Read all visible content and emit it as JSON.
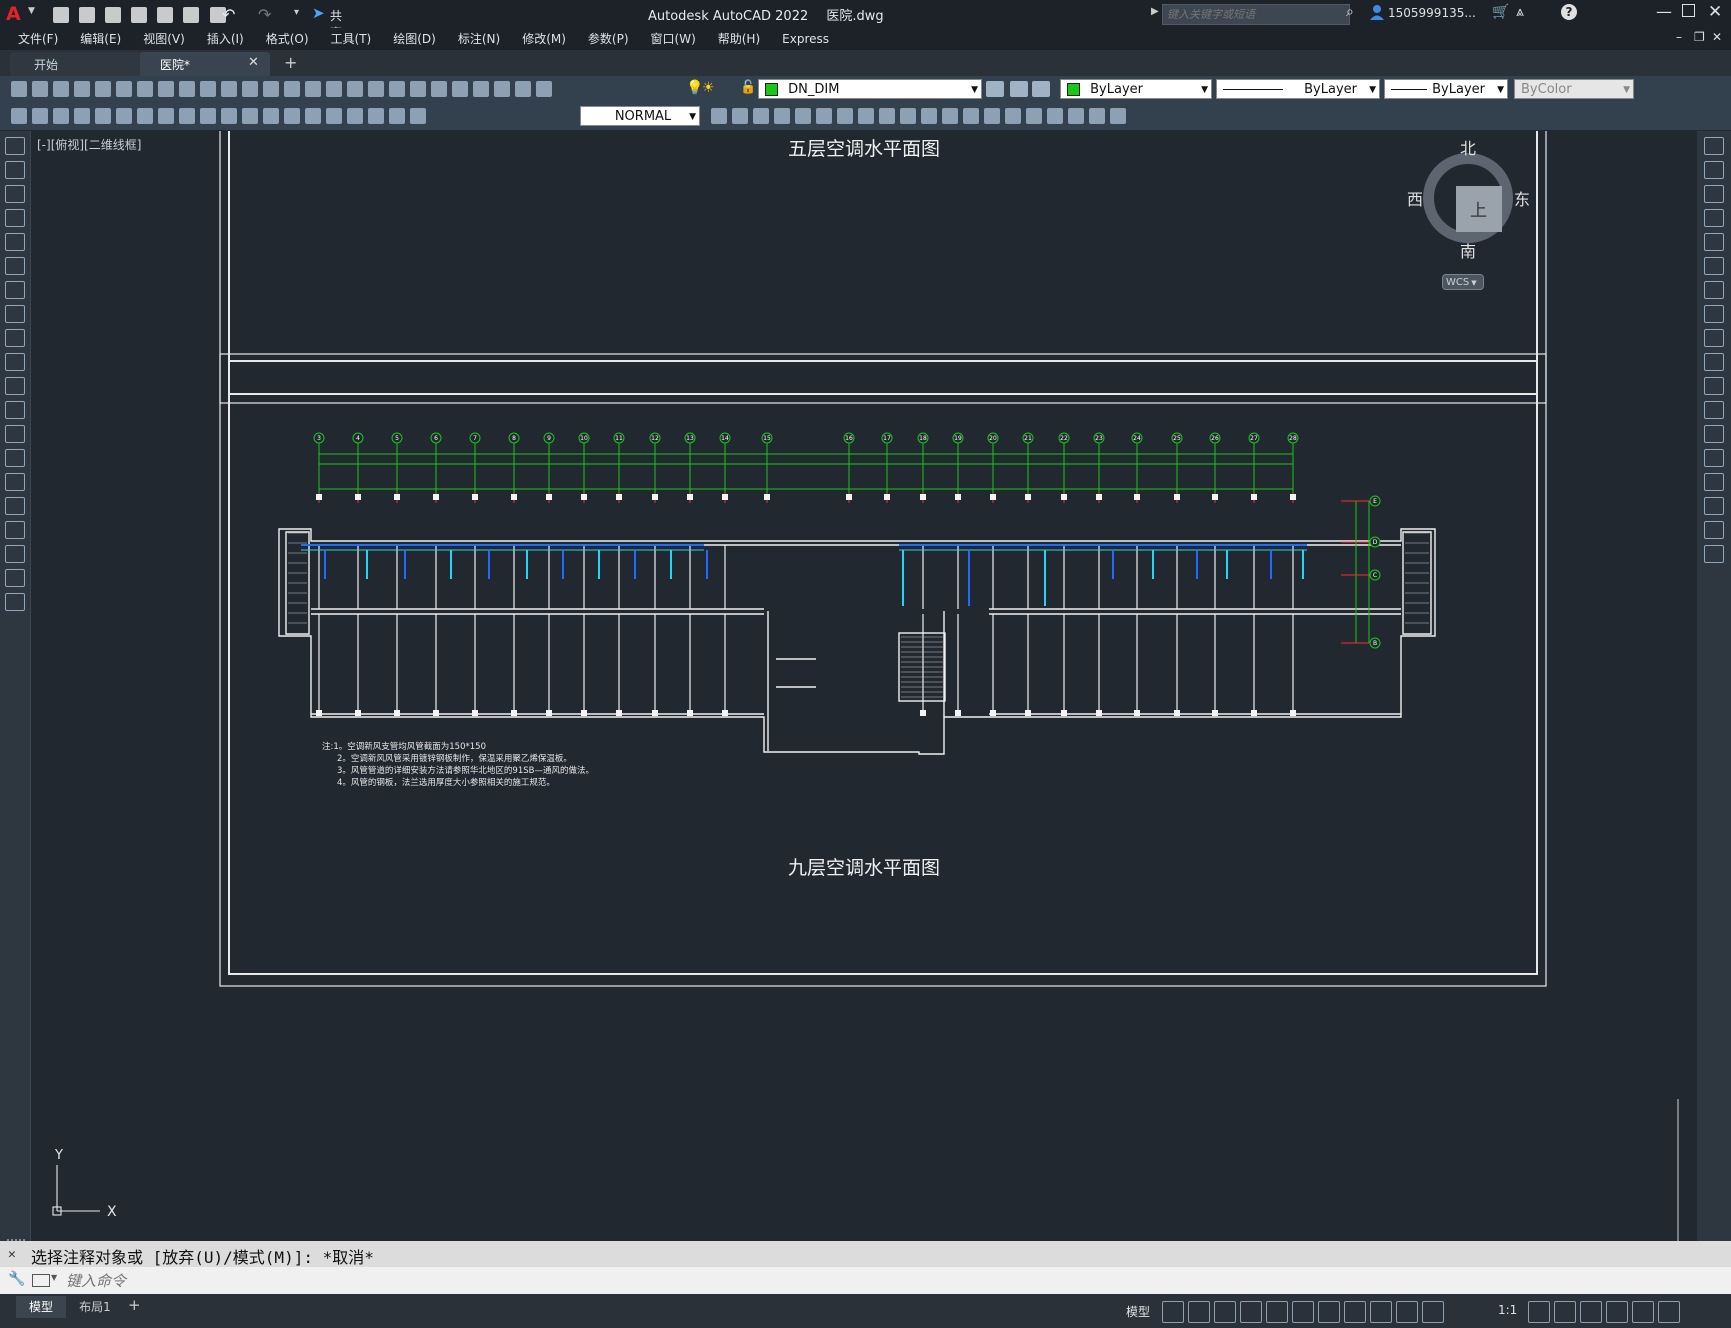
{
  "titlebar": {
    "app_title": "Autodesk AutoCAD 2022",
    "file_name": "医院.dwg",
    "share_label": "共享",
    "search_placeholder": "键入关键字或短语",
    "user_name": "1505999135...",
    "icons": [
      "autocad-logo-icon",
      "new-icon",
      "open-icon",
      "save-icon",
      "saveas-icon",
      "plot-icon",
      "undo-icon",
      "redo-icon",
      "share-icon",
      "search-icon",
      "user-icon",
      "cart-icon",
      "help-icon"
    ]
  },
  "menubar": {
    "items": [
      "文件(F)",
      "编辑(E)",
      "视图(V)",
      "插入(I)",
      "格式(O)",
      "工具(T)",
      "绘图(D)",
      "标注(N)",
      "修改(M)",
      "参数(P)",
      "窗口(W)",
      "帮助(H)",
      "Express"
    ]
  },
  "tabs": [
    {
      "label": "开始",
      "active": false
    },
    {
      "label": "医院*",
      "active": true
    }
  ],
  "toolbar": {
    "layer_name": "DN_DIM",
    "color": "ByLayer",
    "linetype": "ByLayer",
    "lineweight": "ByLayer",
    "plotstyle": "ByColor",
    "dimstyle": "NORMAL",
    "layer_color": "#19c719"
  },
  "viewport": {
    "label": "[-][俯视][二维线框]",
    "compass": {
      "north": "北",
      "south": "南",
      "east": "东",
      "west": "西",
      "top": "上",
      "wcs": "WCS"
    },
    "ucs": {
      "x": "X",
      "y": "Y"
    }
  },
  "drawing": {
    "top_title": "五层空调水平面图",
    "bottom_title": "九层空调水平面图",
    "axis_labels_top": [
      "3",
      "4",
      "5",
      "6",
      "7",
      "8",
      "9",
      "10",
      "11",
      "12",
      "13",
      "14",
      "15",
      "16",
      "17",
      "18",
      "19",
      "20",
      "21",
      "22",
      "23",
      "24",
      "25",
      "26",
      "27",
      "28"
    ],
    "axis_labels_right": [
      "E",
      "D",
      "C",
      "B"
    ],
    "notes": [
      "注:1。空调新风支管均风管截面为150*150",
      "2。空调新风风管采用镀锌钢板制作，保温采用聚乙烯保温板。",
      "3。风管管道的详细安装方法请参照华北地区的91SB—通风的做法。",
      "4。风管的钢板，法兰选用厚度大小参照相关的施工规范。"
    ]
  },
  "command": {
    "history_line": "选择注释对象或 [放弃(U)/模式(M)]: *取消*",
    "placeholder": "键入命令"
  },
  "statusbar": {
    "layout_tabs": [
      "模型",
      "布局1"
    ],
    "model_label": "模型",
    "scale": "1:1"
  },
  "colors": {
    "background": "#212830",
    "accent_green": "#19c719",
    "duct_blue": "#1f6cff",
    "duct_cyan": "#22d4f5",
    "axis_red": "#ff2a2a"
  }
}
